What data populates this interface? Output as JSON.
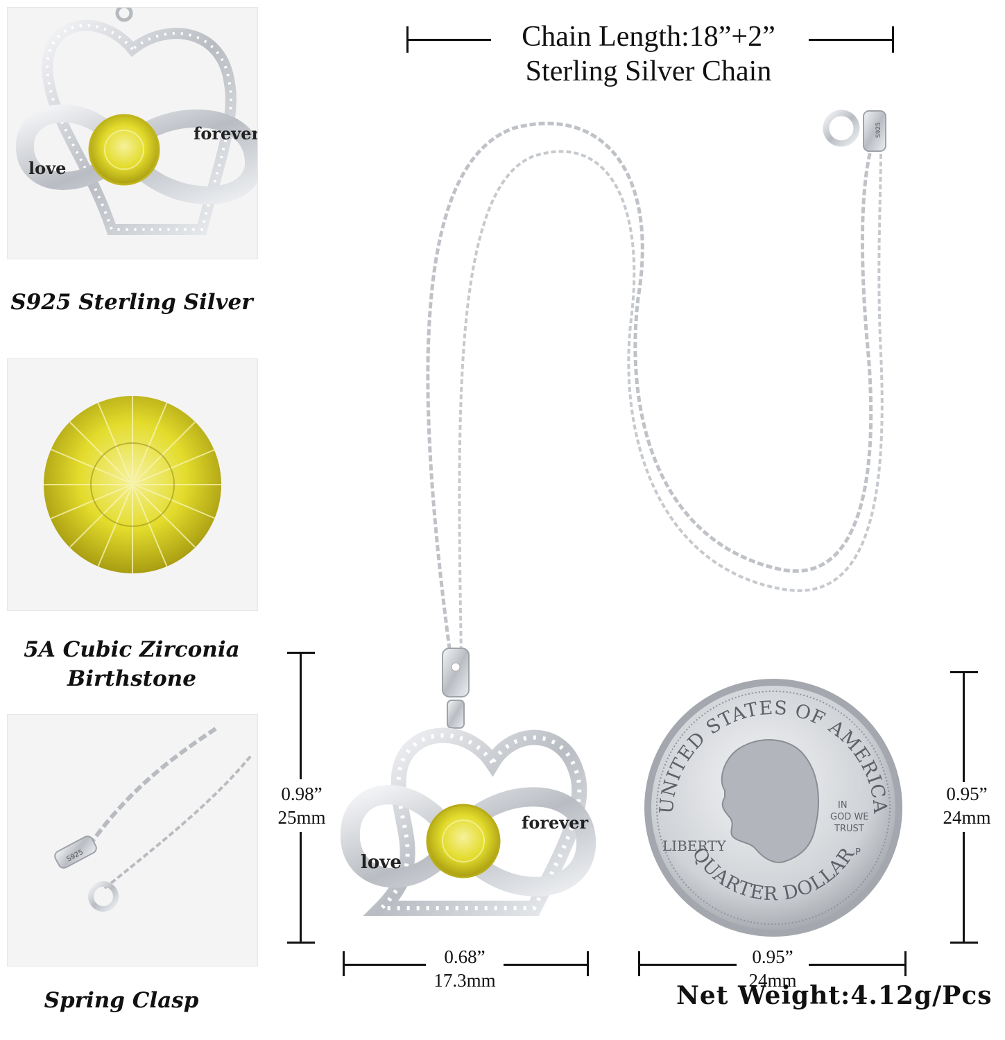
{
  "left_panels": [
    {
      "caption": "S925 Sterling Silver"
    },
    {
      "caption_line1": "5A Cubic Zirconia",
      "caption_line2": "Birthstone"
    },
    {
      "caption": "Spring Clasp"
    }
  ],
  "pendant_engraving": {
    "word1": "love",
    "word2": "forever"
  },
  "clasp_stamp": "S925",
  "chain": {
    "line1": "Chain Length:18”+2”",
    "line2": "Sterling Silver Chain"
  },
  "pendant_dimensions": {
    "height_in": "0.98”",
    "height_mm": "25mm",
    "width_in": "0.68”",
    "width_mm": "17.3mm"
  },
  "coin_dimensions": {
    "height_in": "0.95”",
    "height_mm": "24mm",
    "width_in": "0.95”",
    "width_mm": "24mm"
  },
  "coin_text": {
    "top_arc": "UNITED STATES OF AMERICA",
    "bottom_arc": "QUARTER DOLLAR",
    "liberty": "LIBERTY",
    "motto_line1": "IN",
    "motto_line2": "GOD WE",
    "motto_line3": "TRUST",
    "mint_mark": "P"
  },
  "net_weight": "Net Weight:4.12g/Pcs",
  "colors": {
    "gem": "#e3dc2c",
    "silver": "#c9ccd0",
    "ink": "#111111"
  }
}
